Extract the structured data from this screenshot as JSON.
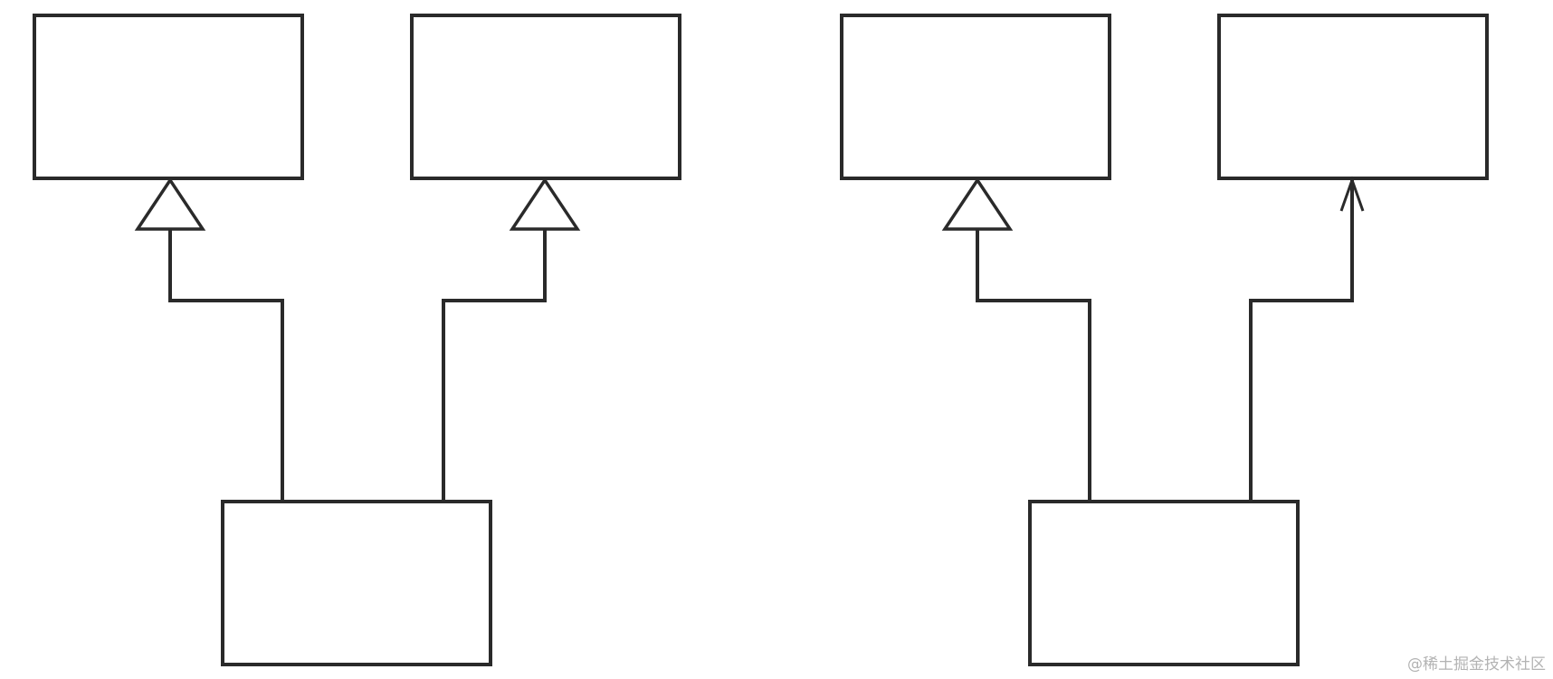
{
  "diagram": {
    "left": {
      "parents": [
        "",
        ""
      ],
      "child": "",
      "relations": [
        "generalization",
        "generalization"
      ]
    },
    "right": {
      "parents": [
        "",
        ""
      ],
      "child": "",
      "relations": [
        "generalization",
        "association"
      ]
    }
  },
  "watermark": "@稀土掘金技术社区",
  "colors": {
    "stroke": "#2a2a2a",
    "background": "#ffffff",
    "watermark": "#b3b3b3"
  }
}
